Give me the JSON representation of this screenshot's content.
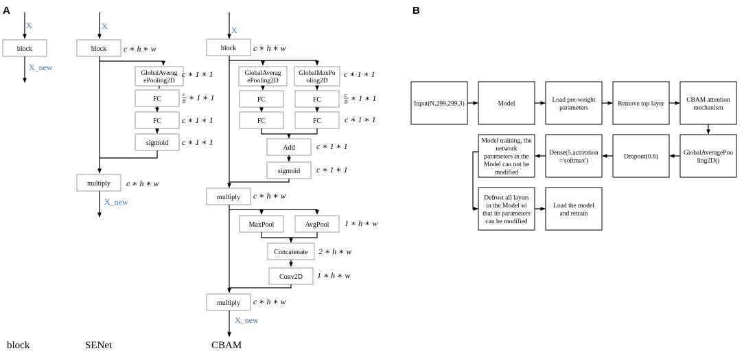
{
  "panel_a": {
    "label": "A",
    "block": {
      "input": "X",
      "box": "block",
      "output": "X_new",
      "caption": "block"
    },
    "senet": {
      "input": "X",
      "block": "block",
      "block_dim": "c ∗ h ∗ w",
      "gap": [
        "GlobalAverag",
        "ePooling2D"
      ],
      "gap_dim": "c ∗ 1 ∗ 1",
      "fc1": "FC",
      "fc1_dim_frac_top": "c",
      "fc1_dim_frac_bottom": "8",
      "fc1_dim_rest": "∗ 1 ∗ 1",
      "fc2": "FC",
      "fc2_dim": "c ∗ 1 ∗ 1",
      "sigmoid": "sigmoid",
      "sigmoid_dim": "c ∗ 1 ∗ 1",
      "multiply": "multiply",
      "multiply_dim": "c ∗ h ∗ w",
      "output": "X_new",
      "caption": "SENet"
    },
    "cbam": {
      "input": "X",
      "block": "block",
      "block_dim": "c ∗ h ∗ w",
      "gap": [
        "GlobalAverag",
        "ePooling2D"
      ],
      "gmp": [
        "GlobalMaxPo",
        "oling2D"
      ],
      "pool_dim": "c ∗ 1 ∗ 1",
      "fc": "FC",
      "fc1_dim_frac_top": "c",
      "fc1_dim_frac_bottom": "8",
      "fc1_dim_rest": "∗ 1 ∗ 1",
      "fc2_dim": "c ∗ 1 ∗ 1",
      "add": "Add",
      "add_dim": "c ∗ 1 ∗ 1",
      "sigmoid": "sigmoid",
      "sigmoid_dim": "c ∗ 1 ∗ 1",
      "multiply1": "multiply",
      "multiply1_dim": "c ∗ h ∗ w",
      "maxpool": "MaxPool",
      "avgpool": "AvgPool",
      "spatial_pool_dim": "1 ∗ h ∗ w",
      "concat": "Concatenate",
      "concat_dim": "2 ∗ h ∗ w",
      "conv": "Conv2D",
      "conv_dim": "1 ∗ h ∗ w",
      "multiply2": "multiply",
      "multiply2_dim": "c ∗ h ∗ w",
      "output": "X_new",
      "caption": "CBAM"
    }
  },
  "panel_b": {
    "label": "B",
    "row1": [
      [
        "Input(N,299,299,3)"
      ],
      [
        "Model"
      ],
      [
        "Load pre-weight",
        "parameters"
      ],
      [
        "Remove top layer"
      ],
      [
        "CBAM attention",
        "mechanism"
      ]
    ],
    "row2": [
      [
        "Model training, the",
        "network",
        "parameters in the",
        "Model can not be",
        "modified"
      ],
      [
        "Dense(5,activation",
        "='softmax')"
      ],
      [
        "Dropout(0.6)"
      ],
      [
        "GlobalAveragePoo",
        "ling2D()"
      ]
    ],
    "row3": [
      [
        "Defrost all layers",
        "in the Model so",
        "that its parameters",
        "can be modified"
      ],
      [
        "Load the model",
        "and retrain"
      ]
    ]
  },
  "colors": {
    "accent_blue": "#3a78c3",
    "box_stroke": "#9a9a9a"
  }
}
